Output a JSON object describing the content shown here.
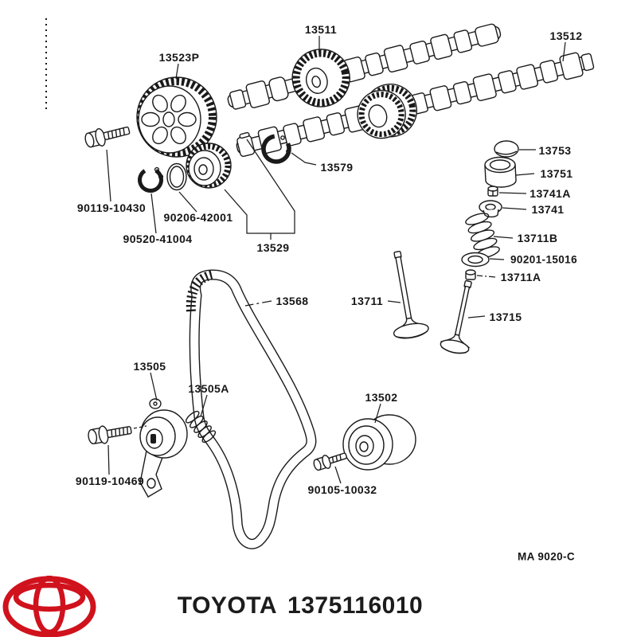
{
  "diagram": {
    "drawing_code": "MA 9020-C",
    "part_labels": {
      "cam_timing_gear": "13523P",
      "camshaft_no1": "13511",
      "camshaft_no2": "13512",
      "valve_shim": "13753",
      "valve_lifter": "13751",
      "retainer_lock": "13741A",
      "spring_retainer": "13741",
      "valve_spring": "13711B",
      "spring_seat": "90201-15016",
      "stem_seal": "13711A",
      "intake_valve": "13711",
      "exhaust_valve": "13715",
      "timing_belt": "13568",
      "camshaft_snap_ring": "13579",
      "camshaft_sub_gear": "13529",
      "gear_bolt": "90119-10430",
      "gear_o_ring": "90206-42001",
      "gear_snap_ring": "90520-41004",
      "belt_tensioner": "13505",
      "tensioner_spring": "13505A",
      "idler_pulley": "13502",
      "tensioner_bolt": "90119-10469",
      "idler_bolt": "90105-10032"
    }
  },
  "footer": {
    "brand": "TOYOTA",
    "part_number": "1375116010",
    "logo_color": "#d0121d"
  }
}
